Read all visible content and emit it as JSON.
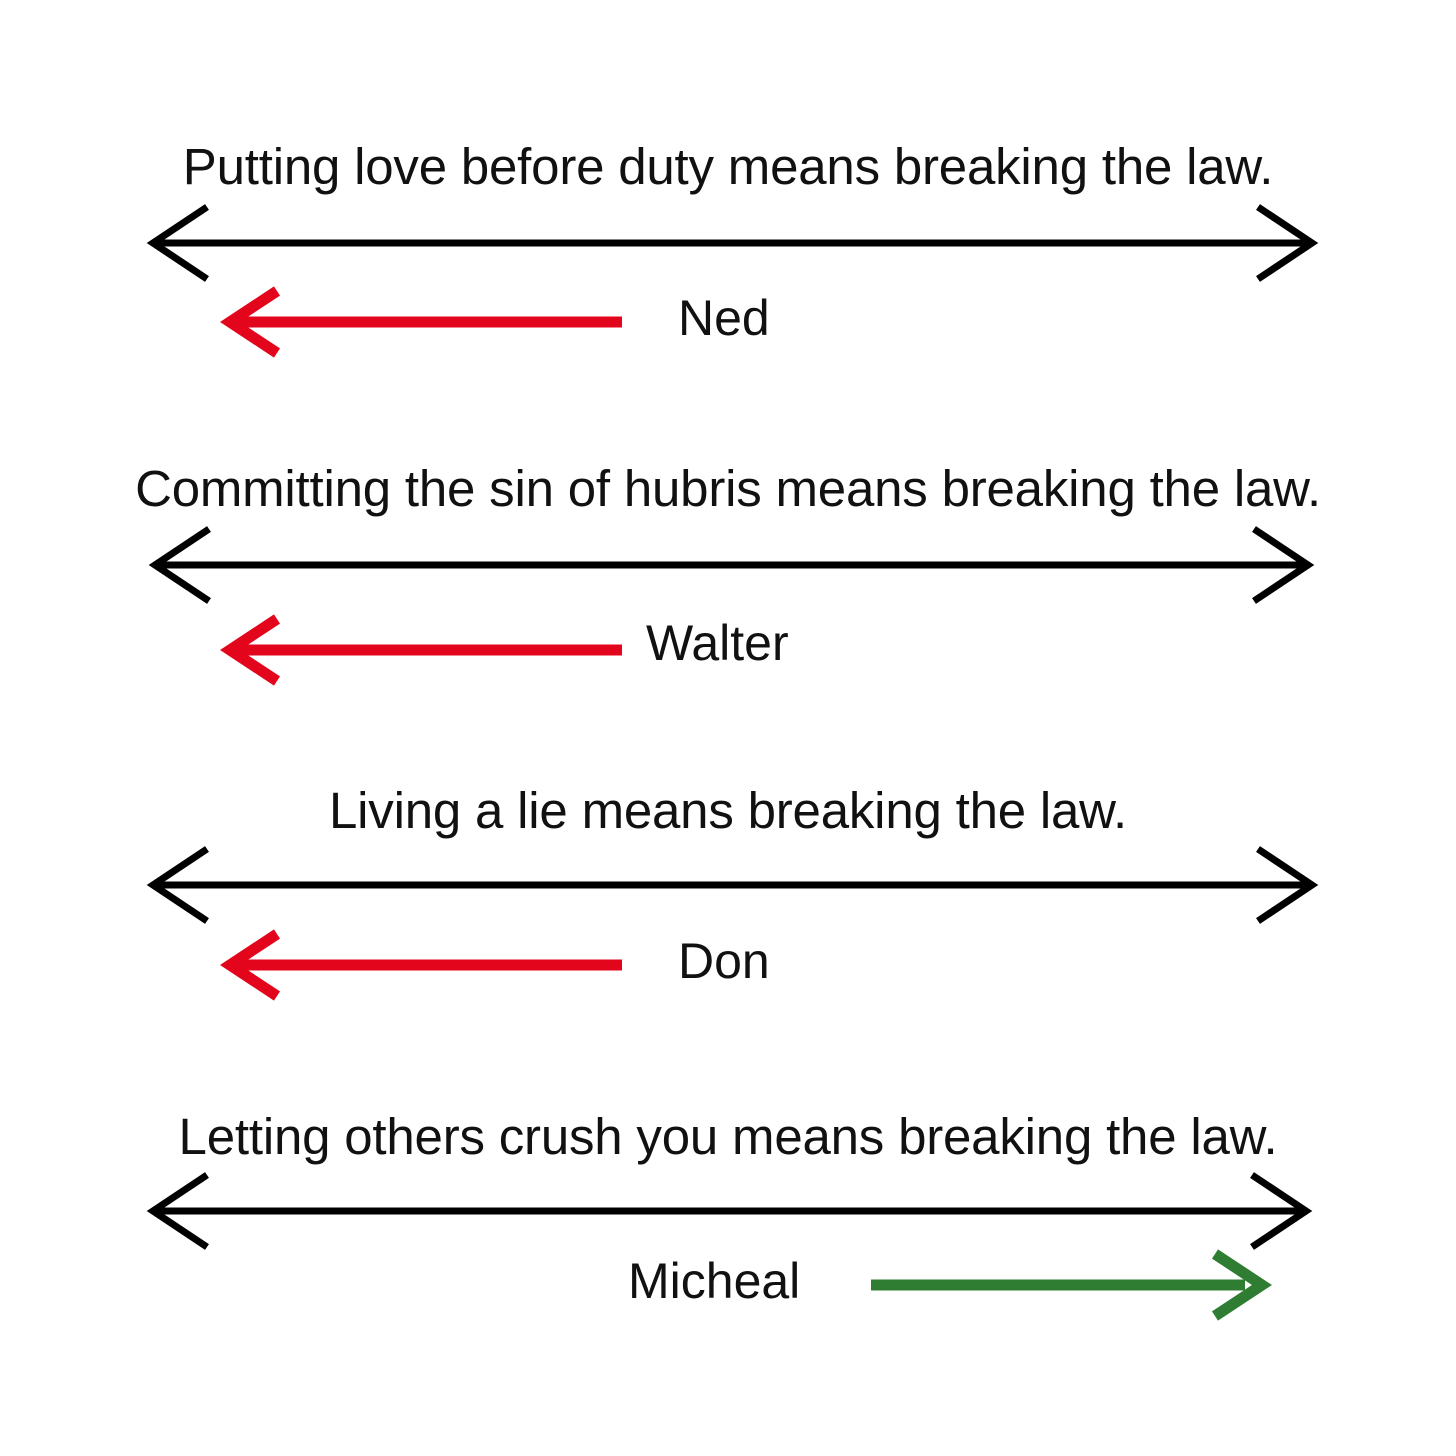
{
  "figure": {
    "title": "",
    "background_color": "#ffffff",
    "text_color": "#111111",
    "axis_color": "#000000",
    "negative_color": "#E3051B",
    "positive_color": "#2E7D32"
  },
  "rows": [
    {
      "statement": "Putting love before duty means breaking the law.",
      "actor": "Ned",
      "direction": "left",
      "color": "#E3051B"
    },
    {
      "statement": "Committing the sin of hubris means breaking the law.",
      "actor": "Walter",
      "direction": "left",
      "color": "#E3051B"
    },
    {
      "statement": "Living a lie means breaking the law.",
      "actor": "Don",
      "direction": "left",
      "color": "#E3051B"
    },
    {
      "statement": "Letting others crush you means breaking the law.",
      "actor": "Micheal",
      "direction": "right",
      "color": "#2E7D32"
    }
  ]
}
